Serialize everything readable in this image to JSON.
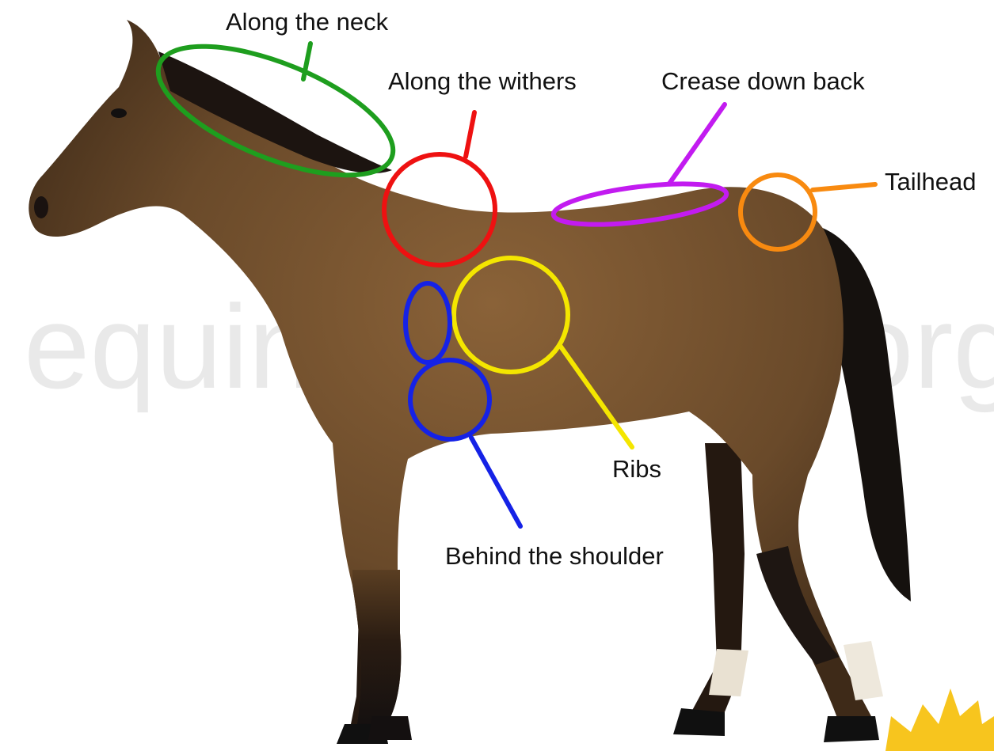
{
  "watermark": {
    "left": "equin",
    "right": "org"
  },
  "colors": {
    "neck": "#1e9e1e",
    "withers": "#ee1111",
    "back": "#c21bf0",
    "tailhead": "#f88a10",
    "ribs": "#f4e600",
    "shoulder": "#1522e6",
    "coat": "#6a4a2a",
    "mane": "#1c1410"
  },
  "labels": {
    "neck": "Along the neck",
    "withers": "Along the withers",
    "back": "Crease down back",
    "tailhead": "Tailhead",
    "ribs": "Ribs",
    "shoulder": "Behind the shoulder"
  },
  "icons": {
    "horse": "horse-icon",
    "badge": "star-burst-icon"
  }
}
